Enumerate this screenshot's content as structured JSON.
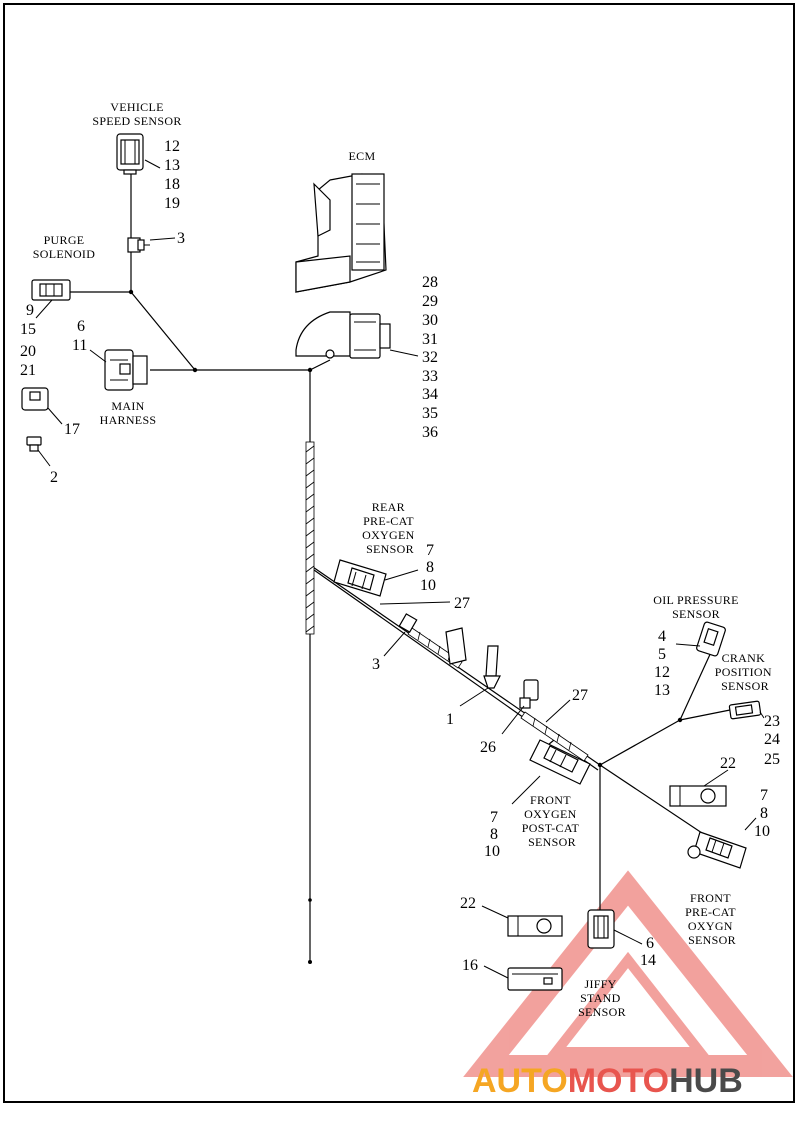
{
  "diagram": {
    "components": {
      "vehicle_speed_sensor": [
        "VEHICLE",
        "SPEED SENSOR"
      ],
      "ecm": [
        "ECM"
      ],
      "purge_solenoid": [
        "PURGE",
        "SOLENOID"
      ],
      "main_harness": [
        "MAIN",
        "HARNESS"
      ],
      "rear_pre_cat": [
        "REAR",
        "PRE-CAT",
        "OXYGEN",
        "SENSOR"
      ],
      "oil_pressure": [
        "OIL PRESSURE",
        "SENSOR"
      ],
      "crank_position": [
        "CRANK",
        "POSITION",
        "SENSOR"
      ],
      "front_post_cat": [
        "FRONT",
        "OXYGEN",
        "POST-CAT",
        "SENSOR"
      ],
      "front_pre_cat": [
        "FRONT",
        "PRE-CAT",
        "OXYGN",
        "SENSOR"
      ],
      "jiffy_stand": [
        "JIFFY",
        "STAND",
        "SENSOR"
      ]
    },
    "callouts": {
      "vss": [
        "12",
        "13",
        "18",
        "19"
      ],
      "vss_clip": "3",
      "purge": [
        "9",
        "15",
        "20",
        "21"
      ],
      "main": [
        "6",
        "11"
      ],
      "p17": "17",
      "p2": "2",
      "ecm_conn": [
        "28",
        "29",
        "30",
        "31",
        "32",
        "33",
        "34",
        "35",
        "36"
      ],
      "rear_o2": [
        "7",
        "8",
        "10"
      ],
      "p27a": "27",
      "p3b": "3",
      "p1": "1",
      "p26": "26",
      "p27b": "27",
      "oil": [
        "4",
        "5",
        "12",
        "13"
      ],
      "crank": [
        "23",
        "24",
        "25"
      ],
      "p22a": "22",
      "front_post": [
        "7",
        "8",
        "10"
      ],
      "front_pre": [
        "7",
        "8",
        "10"
      ],
      "p22b": "22",
      "jiffy": [
        "6",
        "14"
      ],
      "p16": "16"
    }
  },
  "watermark": {
    "part1": "AUTO",
    "part2": "MOTO",
    "part3": "HUB",
    "colors": {
      "red": "#e8554e",
      "orange": "#f5a623",
      "dark": "#4a4a4a"
    }
  }
}
